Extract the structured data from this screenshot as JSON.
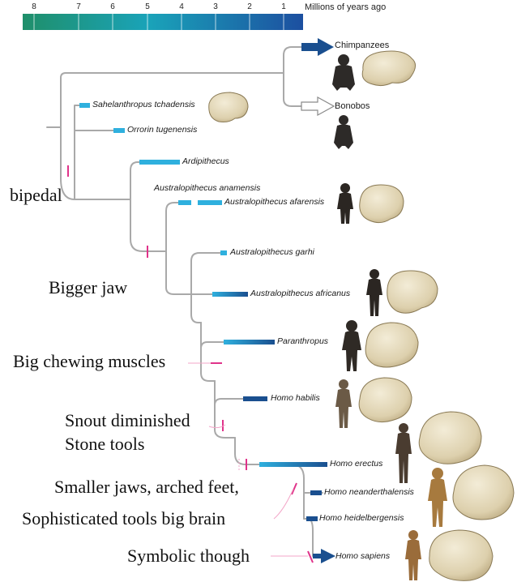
{
  "timescale": {
    "title": "Millions of years ago",
    "ticks": [
      "8",
      "7",
      "6",
      "5",
      "4",
      "3",
      "2",
      "1"
    ]
  },
  "extant": {
    "chimpanzees": "Chimpanzees",
    "bonobos": "Bonobos"
  },
  "taxa": {
    "sahelanthropus": "Sahelanthropus tchadensis",
    "orrorin": "Orrorin tugenensis",
    "ardipithecus": "Ardipithecus",
    "anamensis": "Australopithecus anamensis",
    "afarensis": "Australopithecus afarensis",
    "garhi": "Australopithecus garhi",
    "africanus": "Australopithecus africanus",
    "paranthropus": "Paranthropus",
    "habilis": "Homo habilis",
    "erectus": "Homo erectus",
    "neanderthalensis": "Homo neanderthalensis",
    "heidelbergensis": "Homo heidelbergensis",
    "sapiens": "Homo sapiens"
  },
  "annotations": {
    "bipedal": "bipedal",
    "bigger_jaw": "Bigger jaw",
    "chewing": "Big chewing muscles",
    "snout": "Snout diminished",
    "stone_tools": "Stone tools",
    "smaller_jaws": "Smaller jaws, arched feet,",
    "sophisticated": "Sophisticated tools big brain",
    "symbolic": "Symbolic though"
  },
  "colors": {
    "branch": "#a9a9a9",
    "marker": "#e0338a",
    "bar_light": "#2fb0de",
    "bar_dark": "#1a4f8f",
    "scale_start": "#1f8f6a",
    "scale_end": "#1c4fa0"
  }
}
